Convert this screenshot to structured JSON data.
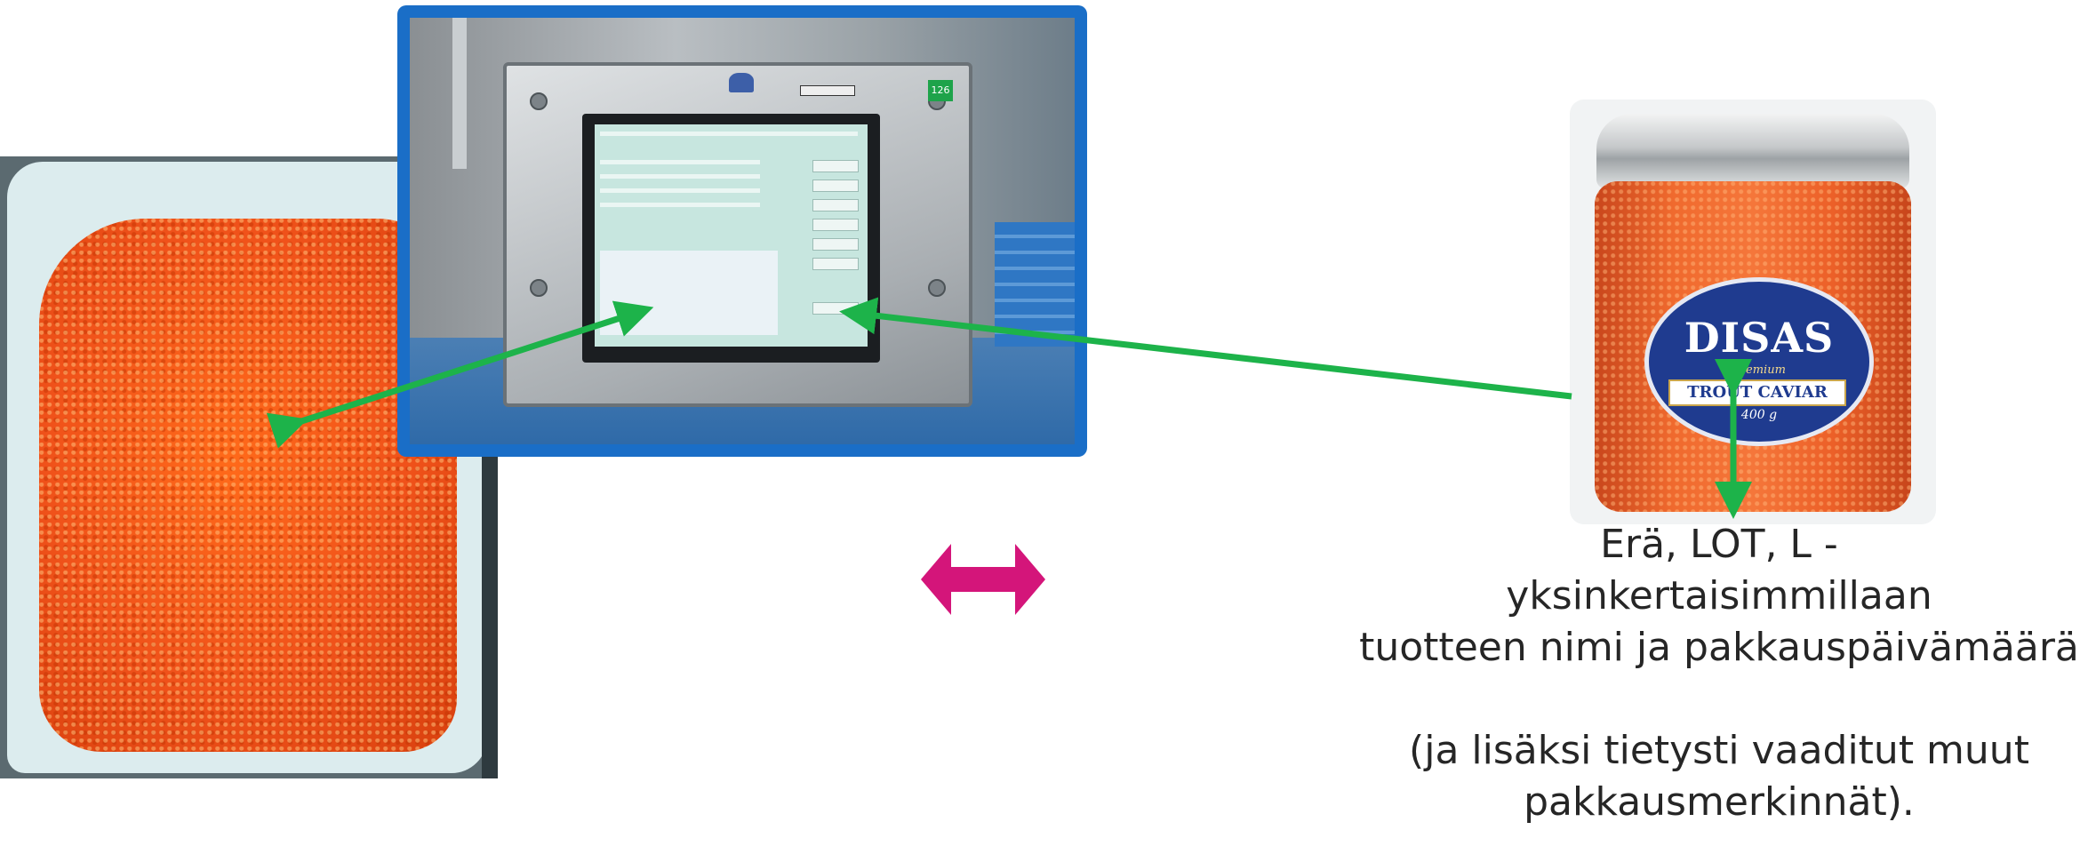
{
  "caption": {
    "line1": "Erä, LOT, L -",
    "line2": "yksinkertaisimmillaan",
    "line3": "tuotteen nimi ja pakkauspäivämäärä",
    "line4": "(ja lisäksi tietysti vaaditut muut",
    "line5": "pakkausmerkinnät)."
  },
  "jar_label": {
    "brand": "DISAS",
    "sub": "Premium",
    "product": "TROUT CAVIAR",
    "weight": "400 g"
  },
  "terminal": {
    "tag": "126"
  },
  "colors": {
    "arrow_green": "#1db34a",
    "double_arrow_magenta": "#d4157a",
    "frame_blue": "#1a6ec7",
    "roe_orange": "#f0521a"
  }
}
